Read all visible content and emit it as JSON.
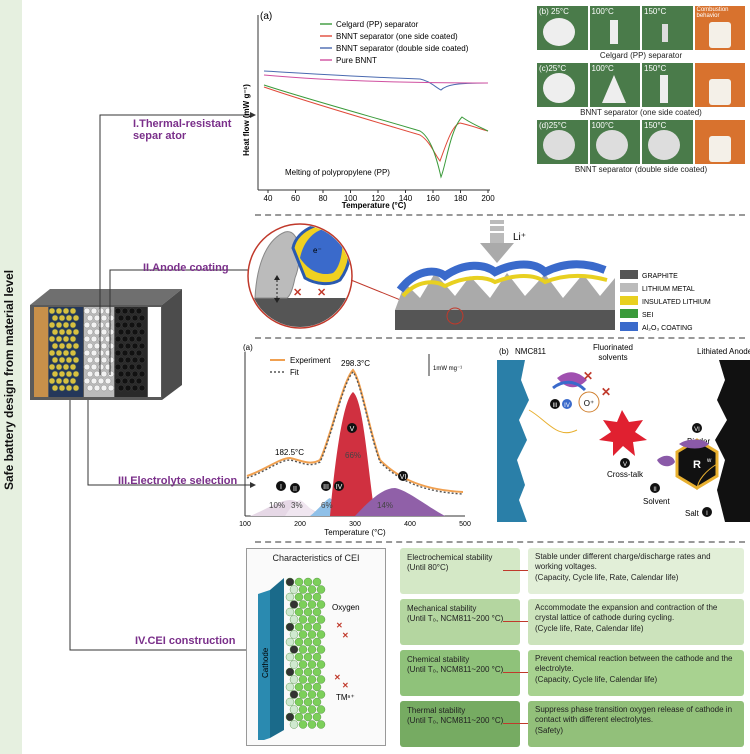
{
  "title": "Safe battery design from material level",
  "sections": {
    "s1": "I.Thermal-resistant separ ator",
    "s2": "II.Anode coating",
    "s3": "III.Electrolyte selection",
    "s4": "IV.CEI construction"
  },
  "dsc": {
    "panel": "(a)",
    "legend": [
      "Celgard (PP) separator",
      "BNNT separator (one side coated)",
      "BNNT separator (double side coated)",
      "Pure BNNT"
    ],
    "ylabel": "Heat flow (mW g⁻¹)",
    "xlabel": "Temperature (°C)",
    "xticks": [
      "40",
      "60",
      "80",
      "100",
      "120",
      "140",
      "160",
      "180",
      "200"
    ],
    "annotation": "Melting of polypropylene (PP)"
  },
  "photos": {
    "row_b": {
      "label": "(b) 25°C",
      "t2": "100°C",
      "t3": "150°C",
      "t4": "Combustion behavior",
      "caption": "Celgard (PP) separator"
    },
    "row_c": {
      "label": "(c)25°C",
      "t2": "100°C",
      "t3": "150°C",
      "caption": "BNNT separator (one side coated)"
    },
    "row_d": {
      "label": "(d)25°C",
      "t2": "100°C",
      "t3": "150°C",
      "caption": "BNNT separator (double side coated)"
    }
  },
  "anode": {
    "arrow_label": "Li⁺",
    "electron": "e⁻",
    "legend": [
      "GRAPHITE",
      "LITHIUM METAL",
      "INSULATED LITHIUM",
      "SEI",
      "Al₂O₃ COATING"
    ]
  },
  "electrolyte": {
    "panel_a": "(a)",
    "legend": [
      "Experiment",
      "Fit"
    ],
    "scale": "1mW mg⁻¹",
    "peak1": "182.5°C",
    "peak2": "298.3°C",
    "pct": {
      "I": "10%",
      "II": "3%",
      "III": "6%",
      "V": "66%",
      "VI": "14%"
    },
    "roman": [
      "I",
      "II",
      "III",
      "IV",
      "V",
      "VI"
    ],
    "xticks": [
      "100",
      "200",
      "300",
      "400",
      "500"
    ],
    "xlabel": "Temperature (°C)",
    "panel_b": "(b)",
    "nmc": "NMC811",
    "fluorinated": "Fluorinated solvents",
    "lithiated": "Lithiated Anode",
    "oxygen": "O⁺",
    "crosstalk": "Cross-talk",
    "binder": "Binder",
    "radical": "R",
    "radical_sup": "w",
    "solvent": "Solvent",
    "salt": "Salt"
  },
  "cei": {
    "heading": "Characteristics of CEI",
    "cathode": "Cathode",
    "oxygen": "Oxygen",
    "tm": "TMⁿ⁺",
    "rows": [
      {
        "name": "Electrochemical stability",
        "cond": "(Until 80°C)",
        "desc": "Stable under different charge/discharge rates and working voltages.",
        "metric": "(Capacity, Cycle life, Rate, Calendar life)"
      },
      {
        "name": "Mechanical stability",
        "cond": "(Until T₀, NCM811~200 °C)",
        "desc": "Accommodate the expansion and contraction of the crystal lattice of cathode during cycling.",
        "metric": "(Cycle life, Rate, Calendar life)"
      },
      {
        "name": "Chemical stability",
        "cond": "(Until T₀, NCM811~200 °C)",
        "desc": "Prevent chemical reaction between the cathode and the electrolyte.",
        "metric": "(Capacity, Cycle life, Calendar life)"
      },
      {
        "name": "Thermal stability",
        "cond": "(Until T₀, NCM811~200 °C)",
        "desc": "Suppress phase transition oxygen release of cathode in contact with different electrolytes.",
        "metric": "(Safety)"
      }
    ]
  }
}
